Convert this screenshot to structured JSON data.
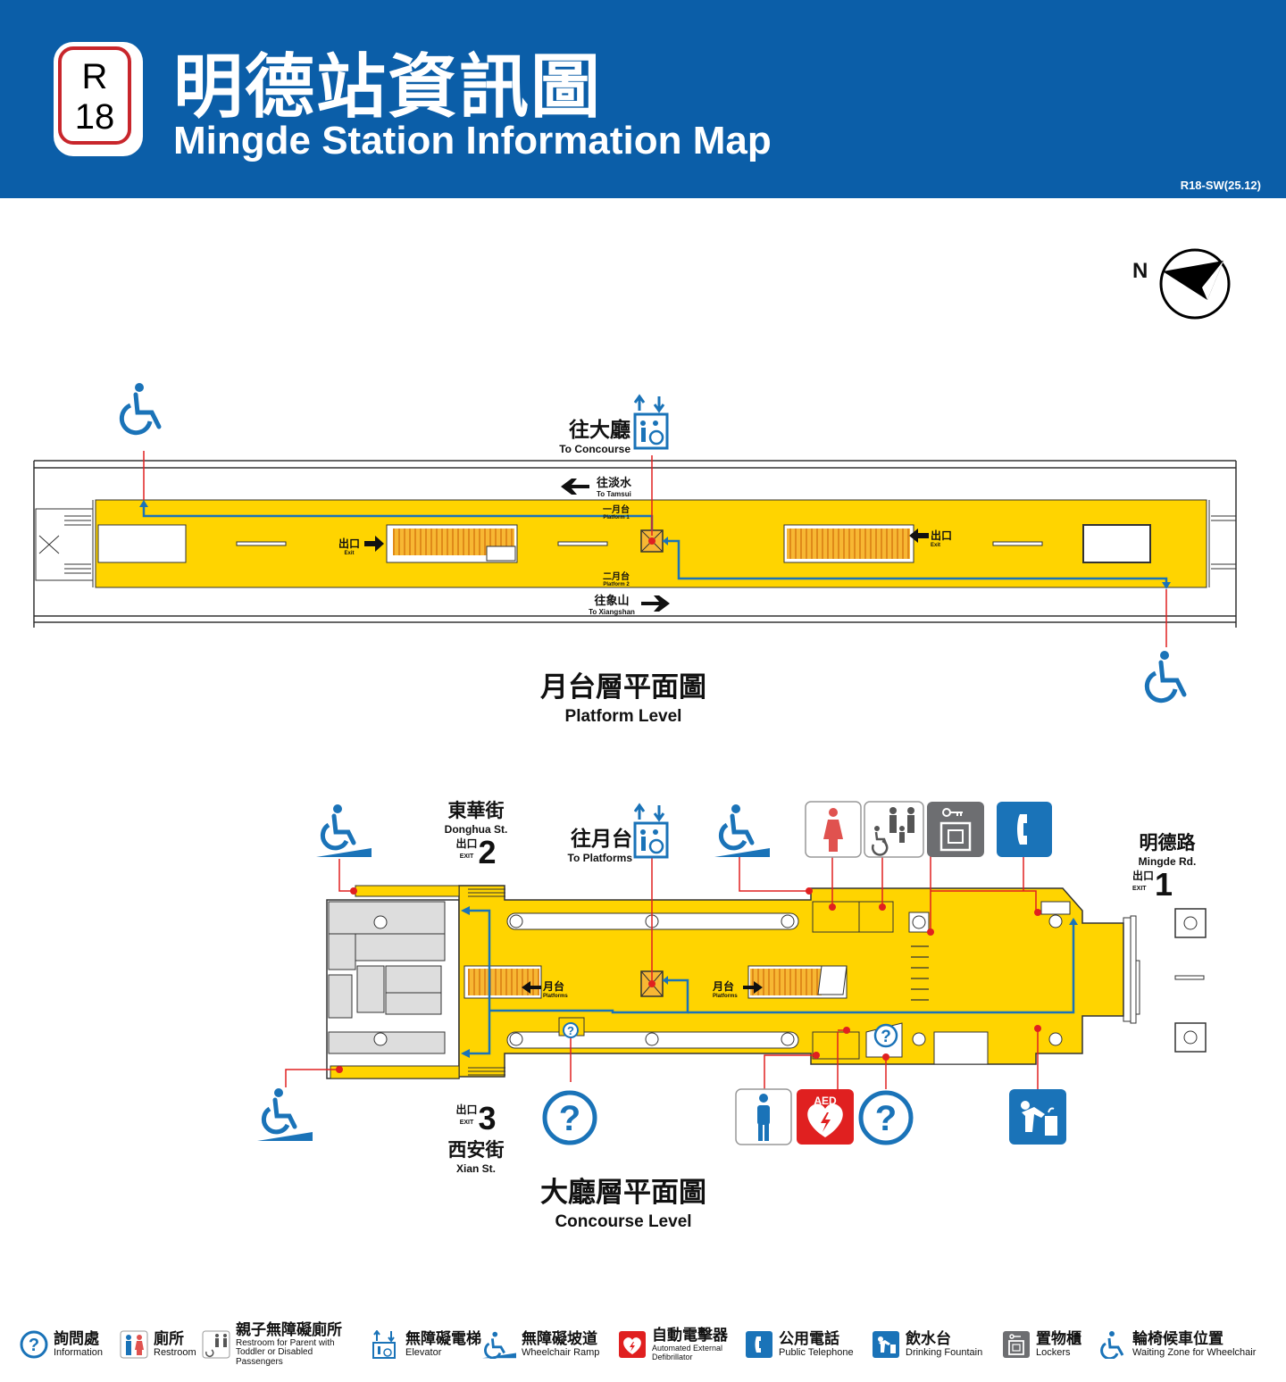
{
  "header": {
    "line_code": "R",
    "station_number": "18",
    "title_zh": "明德站資訊圖",
    "title_en": "Mingde Station Information Map",
    "map_code": "R18-SW(25.12)"
  },
  "compass": {
    "label": "N"
  },
  "platform_level": {
    "title_zh": "月台層平面圖",
    "title_en": "Platform Level",
    "to_concourse_zh": "往大廳",
    "to_concourse_en": "To Concourse",
    "to_tamsui_zh": "往淡水",
    "to_tamsui_en": "To Tamsui",
    "to_xiangshan_zh": "往象山",
    "to_xiangshan_en": "To Xiangshan",
    "platform1_zh": "一月台",
    "platform1_en": "Platform 1",
    "platform2_zh": "二月台",
    "platform2_en": "Platform 2",
    "exit_zh": "出口",
    "exit_en": "Exit"
  },
  "concourse_level": {
    "title_zh": "大廳層平面圖",
    "title_en": "Concourse Level",
    "to_platforms_zh": "往月台",
    "to_platforms_en": "To Platforms",
    "platforms_zh": "月台",
    "platforms_en": "Platforms",
    "exit1": {
      "number": "1",
      "street_zh": "明德路",
      "street_en": "Mingde Rd."
    },
    "exit2": {
      "number": "2",
      "street_zh": "東華街",
      "street_en": "Donghua St."
    },
    "exit3": {
      "number": "3",
      "street_zh": "西安街",
      "street_en": "Xian St."
    },
    "exit_zh": "出口",
    "exit_en": "EXIT",
    "aed_label": "AED"
  },
  "legend": [
    {
      "icon": "information-icon",
      "zh": "詢問處",
      "en": "Information"
    },
    {
      "icon": "restroom-icon",
      "zh": "廁所",
      "en": "Restroom"
    },
    {
      "icon": "family-accessible-restroom-icon",
      "zh": "親子無障礙廁所",
      "en": "Restroom for Parent with Toddler or Disabled Passengers"
    },
    {
      "icon": "elevator-icon",
      "zh": "無障礙電梯",
      "en": "Elevator"
    },
    {
      "icon": "wheelchair-ramp-icon",
      "zh": "無障礙坡道",
      "en": "Wheelchair Ramp"
    },
    {
      "icon": "aed-icon",
      "zh": "自動電擊器",
      "en": "Automated External Defibrillator"
    },
    {
      "icon": "telephone-icon",
      "zh": "公用電話",
      "en": "Public Telephone"
    },
    {
      "icon": "drinking-fountain-icon",
      "zh": "飲水台",
      "en": "Drinking Fountain"
    },
    {
      "icon": "lockers-icon",
      "zh": "置物櫃",
      "en": "Lockers"
    },
    {
      "icon": "wheelchair-waiting-icon",
      "zh": "輪椅候車位置",
      "en": "Waiting Zone for Wheelchair"
    }
  ],
  "colors": {
    "header_blue": "#0b5ea8",
    "station_red": "#c8262c",
    "platform_yellow": "#ffd400",
    "escalator_orange": "#f0a020",
    "route_blue": "#1a73b8",
    "pointer_red": "#e02020",
    "icon_blue": "#1a73b8",
    "locker_gray": "#6d6e71"
  }
}
